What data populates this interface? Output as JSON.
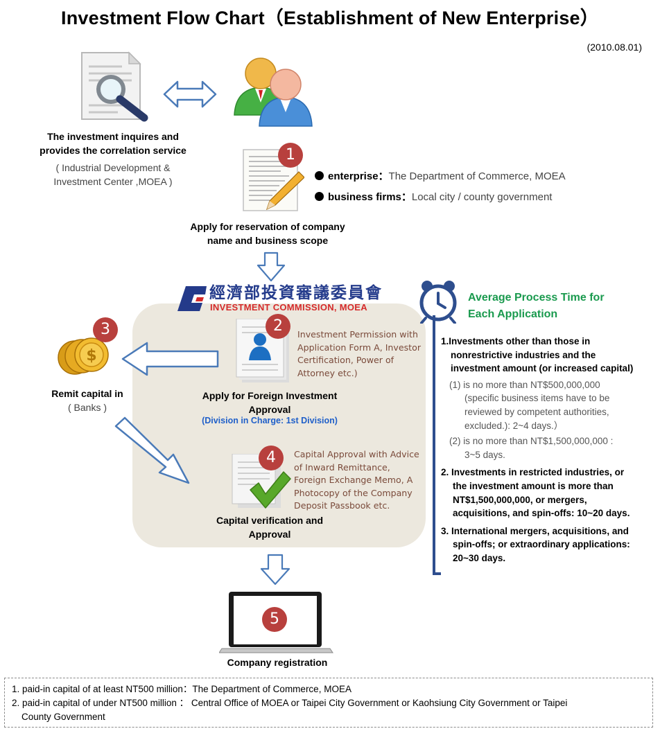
{
  "title": "Investment Flow Chart（Establishment of New Enterprise）",
  "date": "(2010.08.01)",
  "service": {
    "line1": "The investment inquires and",
    "line2": "provides the correlation service",
    "sub1": "( Industrial Development &",
    "sub2": "Investment Center ,MOEA )"
  },
  "step1": {
    "number": "1",
    "bullets": [
      {
        "key": "enterprise：",
        "value": "The Department of Commerce, MOEA"
      },
      {
        "key": "business firms：",
        "value": "Local city / county government"
      }
    ],
    "label1": "Apply for reservation of company",
    "label2": "name and business scope"
  },
  "commission": {
    "chinese": "經濟部投資審議委員會",
    "english": "INVESTMENT COMMISSION, MOEA"
  },
  "step2": {
    "number": "2",
    "docs": [
      "Investment Permission with",
      "Application Form A, Investor",
      "Certification, Power of",
      "Attorney etc.)"
    ],
    "label1": "Apply for Foreign Investment",
    "label2": "Approval",
    "note": "(Division in Charge: 1st Division)"
  },
  "step3": {
    "number": "3",
    "label": "Remit capital in",
    "sub": "( Banks )"
  },
  "step4": {
    "number": "4",
    "docs": [
      "Capital Approval with Advice",
      "of Inward Remittance,",
      "Foreign Exchange Memo, A",
      "Photocopy of the Company",
      "Deposit Passbook etc."
    ],
    "label1": "Capital verification and",
    "label2": "Approval"
  },
  "step5": {
    "number": "5",
    "label": "Company registration"
  },
  "process_time": {
    "title1": "Average Process Time for",
    "title2": "Each Application",
    "item1": [
      "1.Investments other than those in",
      "nonrestrictive industries and the",
      "investment amount (or increased capital)"
    ],
    "sub1": [
      "(1) is no more than NT$500,000,000",
      "(specific business items have to be",
      "reviewed by competent authorities,",
      "excluded.): 2~4 days.）"
    ],
    "sub2": [
      "(2) is no more than NT$1,500,000,000 :",
      "3~5 days."
    ],
    "item2": [
      "2. Investments in restricted industries, or",
      "the investment amount is more than",
      "NT$1,500,000,000, or mergers,",
      "acquisitions, and spin-offs: 10~20 days."
    ],
    "item3": [
      "3. International mergers, acquisitions, and",
      "spin-offs; or extraordinary applications:",
      "20~30 days."
    ]
  },
  "footer": {
    "line1": "1. paid-in capital of at least NT500 million：The Department of Commerce, MOEA",
    "line2": "2. paid-in capital of under NT500 million ： Central Office of MOEA or Taipei City Government or Kaohsiung City Government or Taipei",
    "line3": "County Government"
  },
  "colors": {
    "bubble": "#b8403d",
    "arrow_outline": "#4a7ab8",
    "panel": "#ece8de",
    "green_title": "#1a9a4e",
    "blue_note": "#1f5fc9",
    "brown_text": "#7a4a3a"
  }
}
